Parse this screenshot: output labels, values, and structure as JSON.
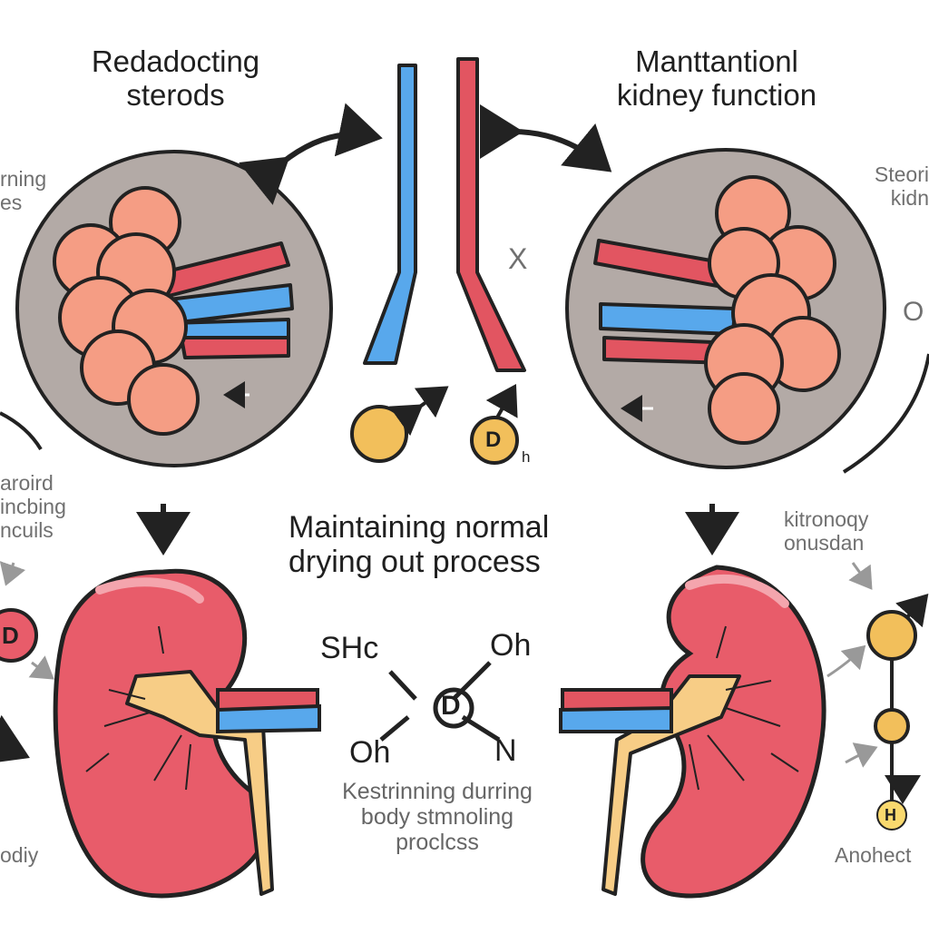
{
  "labels": {
    "top_left_title": "Redadocting\nsterods",
    "top_right_title": "Manttantionl\nkidney function",
    "left_edge_partial": "rning\nes",
    "right_edge_partial": "Steori\nkidn",
    "right_edge_o": "O",
    "center_x": "X",
    "center_title": "Maintaining  normal\ndrying out   process",
    "left_mid_text": "aroird\nincbing\nncuils",
    "right_mid_text": "kitronoqy\nonusdan",
    "bottom_left_partial": "odiy",
    "bottom_right_partial": "Anohect",
    "center_bottom_text": "Kestrinning durring\nbody stmnoling\nproclcss",
    "badge_d_center": "D",
    "badge_d_sub": "h",
    "badge_d_left": "D",
    "badge_h_right": "H",
    "chem_sh": "SHc",
    "chem_oh_top": "Oh",
    "chem_oh_bottom": "Oh",
    "chem_n": "N",
    "chem_core": "D"
  },
  "colors": {
    "circle_fill": "#b3aaa6",
    "gland_fill": "#f59d84",
    "blue_vessel": "#58a8ec",
    "red_vessel": "#e25561",
    "kidney_fill": "#e85c6a",
    "kidney_shade": "#f08a92",
    "pelvis_fill": "#f7cd86",
    "molecule_fill": "#f2bf5b",
    "outline": "#222222"
  },
  "icons": [
    "arrow-icon",
    "steroid-molecule-icon",
    "kidney-icon",
    "adrenal-gland-icon",
    "blood-vessel-icon"
  ]
}
